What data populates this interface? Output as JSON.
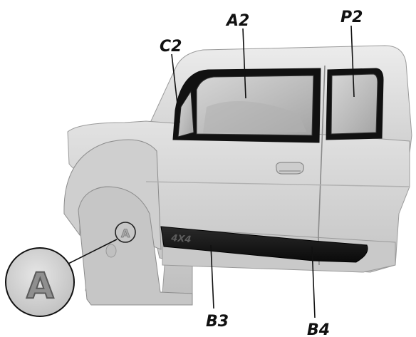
{
  "diagram": {
    "callouts": {
      "a2": "A2",
      "p2": "P2",
      "c2": "C2",
      "b3": "B3",
      "b4": "B4"
    },
    "detail_badge_letter": "A",
    "emblem_letter": "A",
    "decal_text": "4X4"
  },
  "colors": {
    "body_light": "#d8d8d8",
    "body_mid": "#c4c4c4",
    "glass": "#bdbdbd",
    "frame": "#111111",
    "stripe": "#1a1a1a",
    "line": "#111111"
  }
}
